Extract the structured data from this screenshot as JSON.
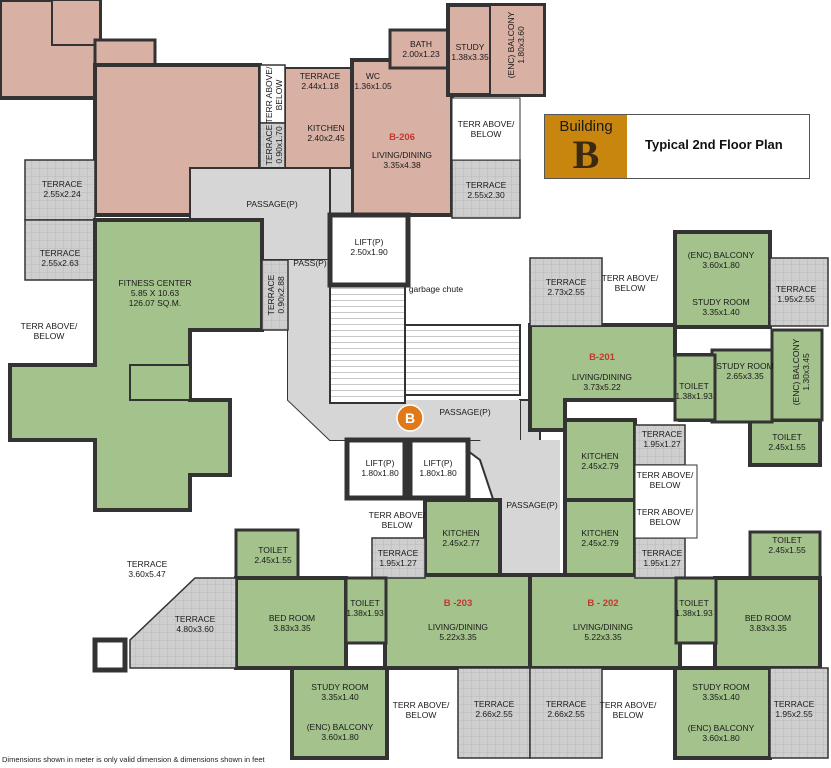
{
  "legend": {
    "building_word": "Building",
    "building_letter": "B",
    "title": "Typical 2nd Floor Plan"
  },
  "core_badge": "B",
  "footnote": "Dimensions shown in meter is only valid dimension & dimensions shown in feet",
  "colors": {
    "flat": "#a4c28c",
    "flat_b206": "#d8b1a4",
    "terrace": "#c8c8c8",
    "passage": "#d6d6d6",
    "wall": "#333333",
    "badge": "#e07a18",
    "legend_badge": "#c8860f"
  },
  "units": {
    "b206": "B-206",
    "b201": "B-201",
    "b203": "B -203",
    "b202": "B - 202"
  },
  "rooms": {
    "bath_top": [
      "BATH",
      "2.00x1.23"
    ],
    "study_top": [
      "STUDY",
      "1.38x3.35"
    ],
    "enc_balcony_top": [
      "(ENC) BALCONY",
      "1.80x3.60"
    ],
    "terrace_top": [
      "TERRACE",
      "2.44x1.18"
    ],
    "wc_top": [
      "WC",
      "1.36x1.05"
    ],
    "kitchen_206": [
      "KITCHEN",
      "2.40x2.45"
    ],
    "living_206": [
      "LIVING/DINING",
      "3.35x4.38"
    ],
    "terr_above_top_right": [
      "TERR ABOVE/",
      "BELOW"
    ],
    "terr_above_vertical_1": [
      "TERR ABOVE/",
      "BELOW"
    ],
    "terrace_vertical_1": [
      "TERRACE",
      "0.90x1.70"
    ],
    "terrace_left_1": [
      "TERRACE",
      "2.55x2.24"
    ],
    "terrace_right_206": [
      "TERRACE",
      "2.55x2.30"
    ],
    "passage_top": [
      "PASSAGE(P)"
    ],
    "terrace_left_2": [
      "TERRACE",
      "2.55x2.63"
    ],
    "fitness": [
      "FITNESS CENTER",
      "5.85 X 10.63",
      "126.07 SQ.M."
    ],
    "terr_above_left": [
      "TERR ABOVE/",
      "BELOW"
    ],
    "terrace_vertical_2": [
      "TERRACE",
      "0.90x2.88"
    ],
    "pass": [
      "PASS(P)"
    ],
    "lift_top": [
      "LIFT(P)",
      "2.50x1.90"
    ],
    "garbage": [
      "garbage chute"
    ],
    "terrace_201": [
      "TERRACE",
      "2.73x2.55"
    ],
    "terr_above_201": [
      "TERR ABOVE/",
      "BELOW"
    ],
    "enc_balcony_201": [
      "(ENC) BALCONY",
      "3.60x1.80"
    ],
    "study_201a": [
      "STUDY ROOM",
      "3.35x1.40"
    ],
    "terrace_201_right": [
      "TERRACE",
      "1.95x2.55"
    ],
    "living_201": [
      "LIVING/DINING",
      "3.73x5.22"
    ],
    "study_201b": [
      "STUDY ROOM",
      "2.65x3.35"
    ],
    "enc_balcony_201_v": [
      "(ENC) BALCONY",
      "1.30x3.45"
    ],
    "toilet_201a": [
      "TOILET",
      "1.38x1.93"
    ],
    "toilet_201b": [
      "TOILET",
      "2.45x1.55"
    ],
    "passage_mid": [
      "PASSAGE(P)"
    ],
    "lift_1": [
      "LIFT(P)",
      "1.80x1.80"
    ],
    "lift_2": [
      "LIFT(P)",
      "1.80x1.80"
    ],
    "kitchen_201": [
      "KITCHEN",
      "2.45x2.79"
    ],
    "terrace_small_201": [
      "TERRACE",
      "1.95x1.27"
    ],
    "terr_above_mid_1": [
      "TERR ABOVE/",
      "BELOW"
    ],
    "terr_above_mid_2": [
      "TERR ABOVE/",
      "BELOW"
    ],
    "passage_low": [
      "PASSAGE(P)"
    ],
    "terr_above_203": [
      "TERR ABOVE/",
      "BELOW"
    ],
    "kitchen_203": [
      "KITCHEN",
      "2.45x2.77"
    ],
    "terrace_small_203": [
      "TERRACE",
      "1.95x1.27"
    ],
    "kitchen_202": [
      "KITCHEN",
      "2.45x2.79"
    ],
    "terrace_small_202": [
      "TERRACE",
      "1.95x1.27"
    ],
    "toilet_203a": [
      "TOILET",
      "2.45x1.55"
    ],
    "toilet_202a": [
      "TOILET",
      "2.45x1.55"
    ],
    "terrace_big_left": [
      "TERRACE",
      "3.60x5.47"
    ],
    "terrace_203": [
      "TERRACE",
      "4.80x3.60"
    ],
    "bed_203": [
      "BED ROOM",
      "3.83x3.35"
    ],
    "toilet_203b": [
      "TOILET",
      "1.38x1.93"
    ],
    "living_203": [
      "LIVING/DINING",
      "5.22x3.35"
    ],
    "living_202": [
      "LIVING/DINING",
      "5.22x3.35"
    ],
    "toilet_202b": [
      "TOILET",
      "1.38x1.93"
    ],
    "bed_202": [
      "BED ROOM",
      "3.83x3.35"
    ],
    "study_203": [
      "STUDY ROOM",
      "3.35x1.40"
    ],
    "enc_balcony_203": [
      "(ENC) BALCONY",
      "3.60x1.80"
    ],
    "terr_above_203b": [
      "TERR ABOVE/",
      "BELOW"
    ],
    "terrace_bottom_1": [
      "TERRACE",
      "2.66x2.55"
    ],
    "terrace_bottom_2": [
      "TERRACE",
      "2.66x2.55"
    ],
    "terr_above_202": [
      "TERR ABOVE/",
      "BELOW"
    ],
    "study_202": [
      "STUDY ROOM",
      "3.35x1.40"
    ],
    "enc_balcony_202": [
      "(ENC) BALCONY",
      "3.60x1.80"
    ],
    "terrace_202_right": [
      "TERRACE",
      "1.95x2.55"
    ]
  }
}
